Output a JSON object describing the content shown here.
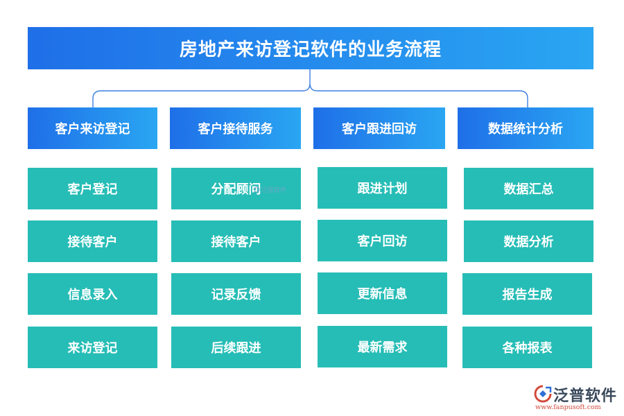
{
  "title": "房地产来访登记软件的业务流程",
  "columns": [
    {
      "heading": "客户来访登记",
      "items": [
        "客户登记",
        "接待客户",
        "信息录入",
        "来访登记"
      ]
    },
    {
      "heading": "客户接待服务",
      "items": [
        "分配顾问",
        "接待客户",
        "记录反馈",
        "后续跟进"
      ]
    },
    {
      "heading": "客户跟进回访",
      "items": [
        "跟进计划",
        "客户回访",
        "更新信息",
        "最新需求"
      ]
    },
    {
      "heading": "数据统计分析",
      "items": [
        "数据汇总",
        "数据分析",
        "报告生成",
        "各种报表"
      ]
    }
  ],
  "watermark": "泛普软件",
  "logo": {
    "name": "泛普软件",
    "url": "www.fanpusoft.com"
  },
  "colors": {
    "header_start": "#1f6fe8",
    "header_end": "#2aa6f2",
    "cell": "#26bdb6",
    "connector": "#3d7fe0"
  }
}
